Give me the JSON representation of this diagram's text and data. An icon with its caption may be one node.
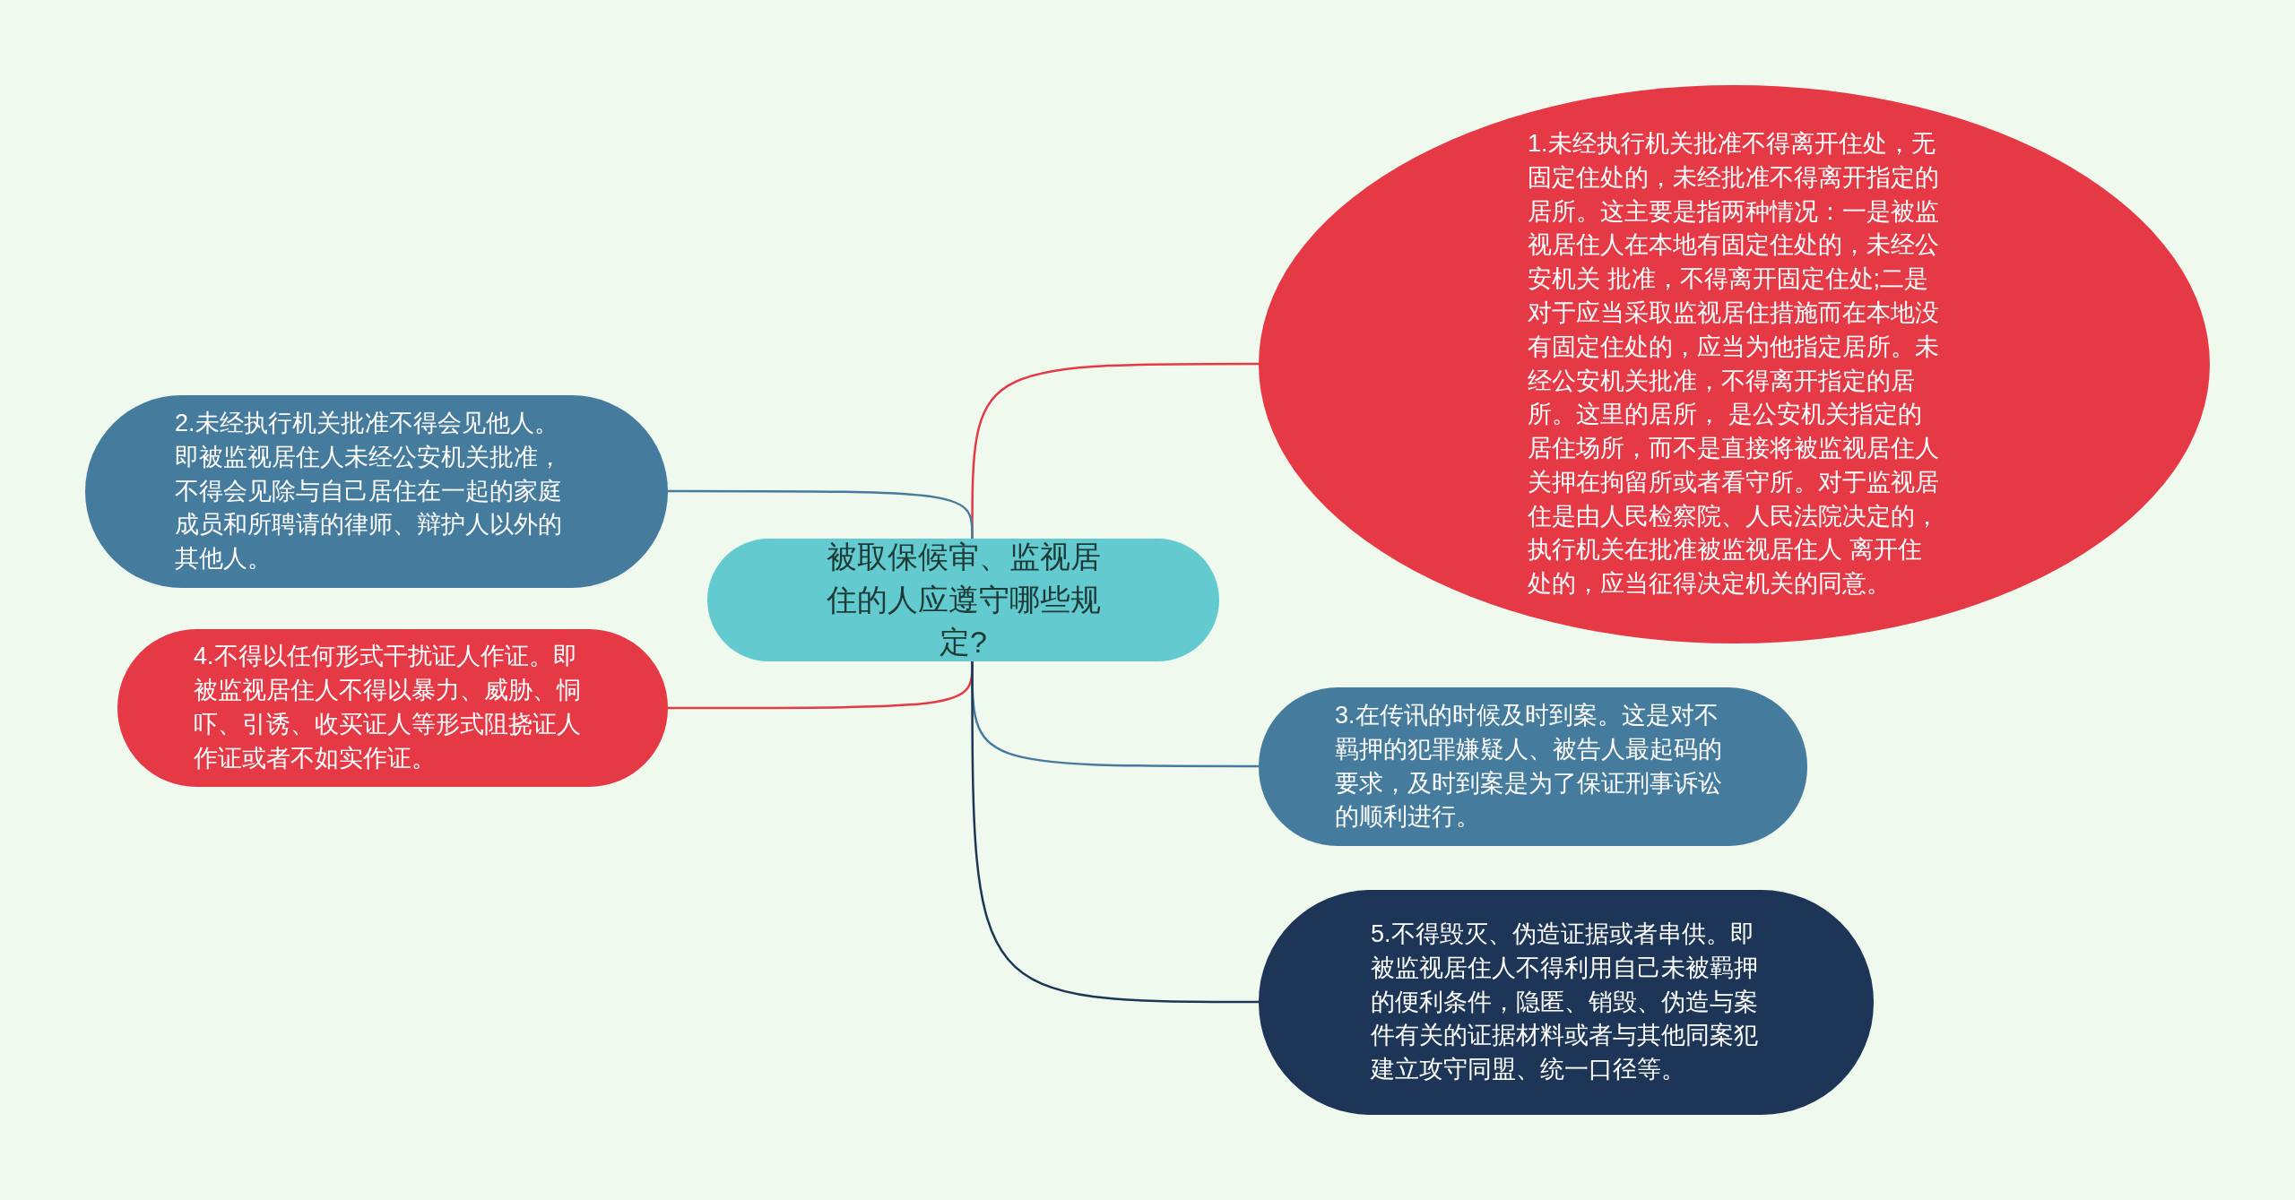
{
  "diagram": {
    "nodes": [
      {
        "text": [
          "被取保候审、监视居住的人应遵守哪些规定?"
        ]
      },
      {
        "text": [
          "1.未经执行机关批准不得离开住处，无固定住处的，未经批准不得离开指定的居所。这主要是指两种情况：一是被监视居住人在本地有固定住处的，未经公安机关 批准，不得离开固定住处;二是对于应当采取监视居住措施而在本地没有固定住处的，应当为他指定居所。未经公安机关批准，不得离开指定的居所。这里的居所， 是公安机关指定的居住场所，而不是直接将被监视居住人关押在拘留所或者看守所。对于监视居住是由人民检察院、人民法院决定的，执行机关在批准被监视居住人 离开住处的，应当征得决定机关的同意。"
        ]
      },
      {
        "text": [
          "2.未经执行机关批准不得会见他人。即被监视居住人未经公安机关批准，不得会见除与自己居住在一起的家庭成员和所聘请的律师、辩护人以外的其他人。"
        ]
      },
      {
        "text": [
          "4.不得以任何形式干扰证人作证。即被监视居住人不得以暴力、威胁、恫吓、引诱、收买证人等形式阻挠证人作证或者不如实作证。"
        ]
      },
      {
        "text": [
          "3.在传讯的时候及时到案。这是对不羁押的犯罪嫌疑人、被告人最起码的要求，及时到案是为了保证刑事诉讼的顺利进行。"
        ]
      },
      {
        "text": [
          "5.不得毁灭、伪造证据或者串供。即被监视居住人不得利用自己未被羁押的便利条件，隐匿、销毁、伪造与案件有关的证据材料或者与其他同案犯建立攻守同盟、统一口径等。"
        ]
      }
    ],
    "edges": [
      {
        "from": 0,
        "to": 1,
        "arrow": "none",
        "color": "#e63946"
      },
      {
        "from": 0,
        "to": 2,
        "arrow": "none",
        "color": "#457b9d"
      },
      {
        "from": 0,
        "to": 3,
        "arrow": "none",
        "color": "#e63946"
      },
      {
        "from": 0,
        "to": 4,
        "arrow": "none",
        "color": "#457b9d"
      },
      {
        "from": 0,
        "to": 5,
        "arrow": "none",
        "color": "#1d3557"
      }
    ]
  }
}
